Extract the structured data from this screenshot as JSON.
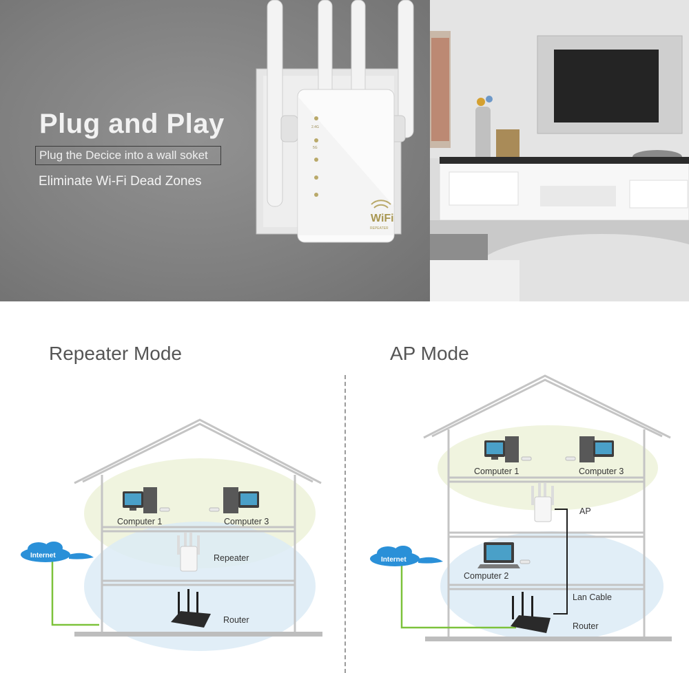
{
  "banner": {
    "headline": "Plug and Play",
    "subtitle_boxed": "Plug the Decice into a wall soket",
    "subtitle": "Eliminate Wi-Fi Dead Zones",
    "device_logo": "WiFi",
    "device_logo_sub": "REPEATER",
    "led_labels": [
      "2.4G",
      "5G"
    ]
  },
  "repeater_mode": {
    "title": "Repeater Mode",
    "cloud": "Internet",
    "computer1": "Computer 1",
    "computer3": "Computer 3",
    "repeater": "Repeater",
    "router": "Router"
  },
  "ap_mode": {
    "title": "AP Mode",
    "cloud": "Internet",
    "computer1": "Computer 1",
    "computer3": "Computer 3",
    "ap": "AP",
    "computer2": "Computer 2",
    "lan_cable": "Lan Cable",
    "router": "Router"
  },
  "colors": {
    "wifi_yellow_zone": "#eef3dc",
    "wifi_blue_zone": "#dcebf6",
    "internet_cloud": "#2a90d8",
    "cable_green": "#7cc23a"
  }
}
